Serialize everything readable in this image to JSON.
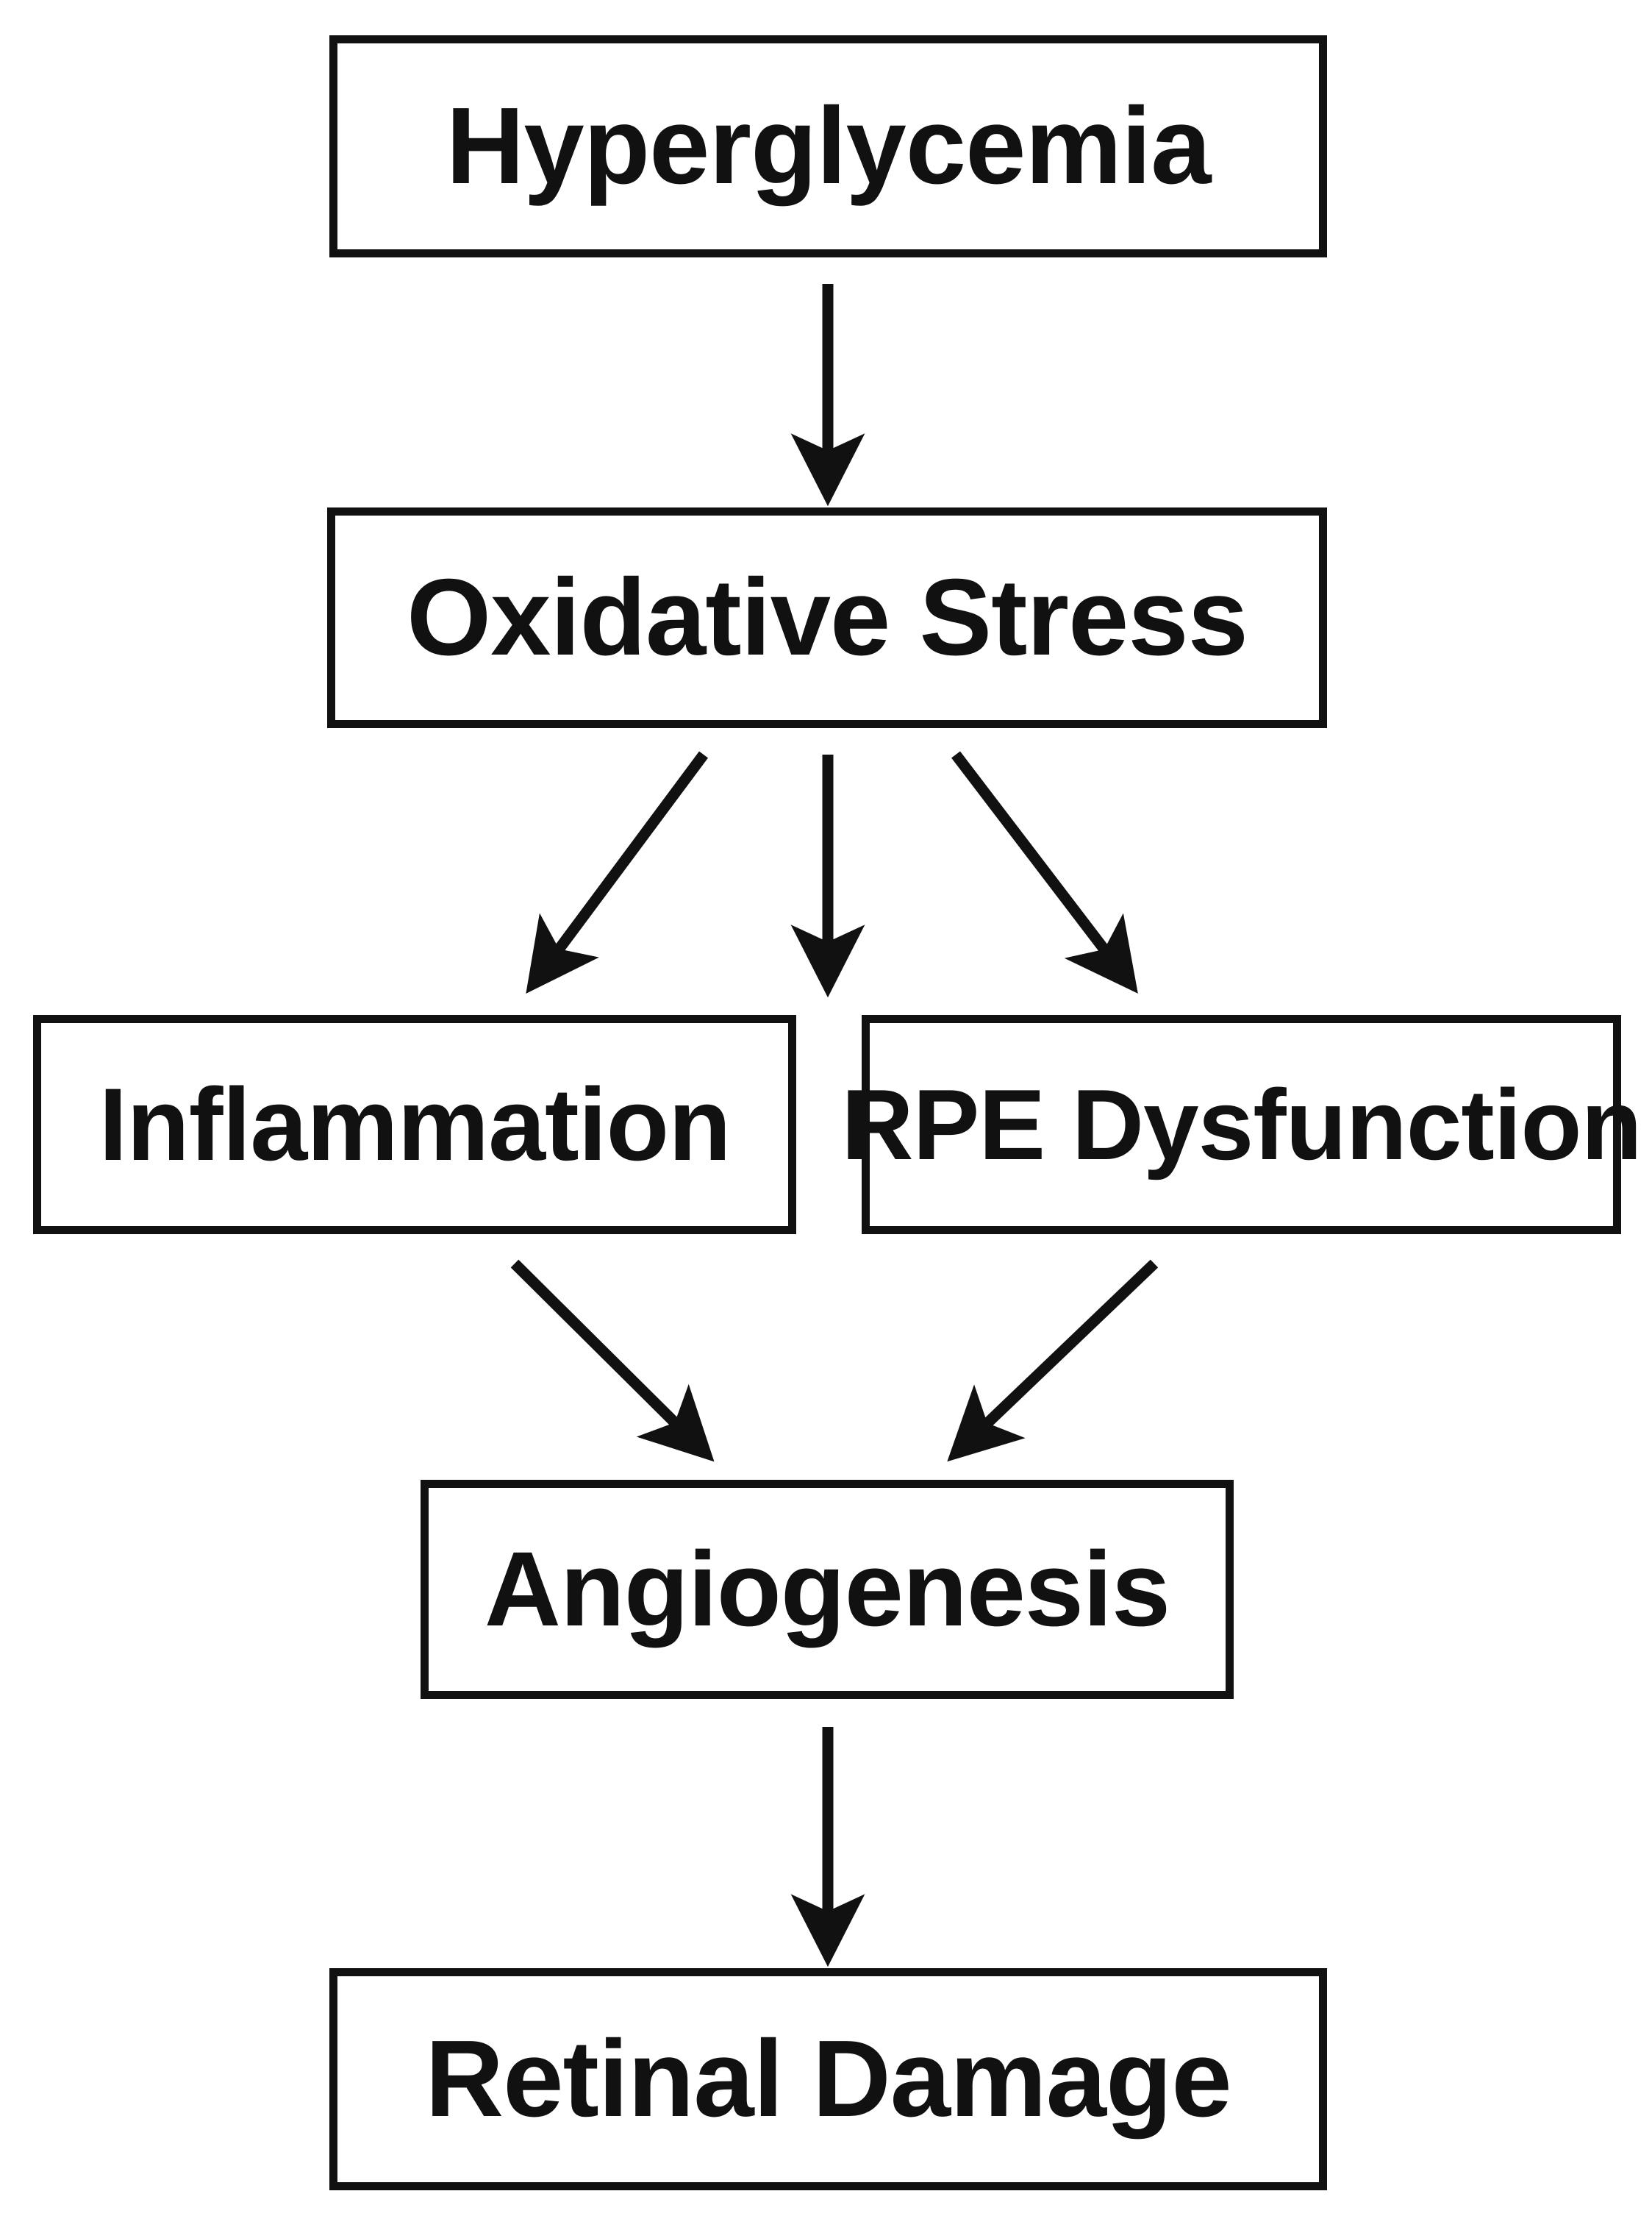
{
  "diagram": {
    "type": "flowchart",
    "orientation": "top-to-bottom",
    "background_color": "#ffffff",
    "stroke_color": "#111111",
    "nodes": [
      {
        "id": "hyperglycemia",
        "label": "Hyperglycemia",
        "row": 1
      },
      {
        "id": "oxidative-stress",
        "label": "Oxidative Stress",
        "row": 2
      },
      {
        "id": "inflammation",
        "label": "Inflammation",
        "row": 3
      },
      {
        "id": "rpe-dysfunction",
        "label": "RPE Dysfunction",
        "row": 3
      },
      {
        "id": "angiogenesis",
        "label": "Angiogenesis",
        "row": 4
      },
      {
        "id": "retinal-damage",
        "label": "Retinal Damage",
        "row": 5
      }
    ],
    "edges": [
      {
        "from": "hyperglycemia",
        "to": "oxidative-stress",
        "style": "vertical-arrow"
      },
      {
        "from": "oxidative-stress",
        "to": "inflammation",
        "style": "diagonal-arrow-left"
      },
      {
        "from": "oxidative-stress",
        "to": "between-row3",
        "style": "vertical-arrow"
      },
      {
        "from": "oxidative-stress",
        "to": "rpe-dysfunction",
        "style": "diagonal-arrow-right"
      },
      {
        "from": "inflammation",
        "to": "angiogenesis",
        "style": "diagonal-arrow-right"
      },
      {
        "from": "rpe-dysfunction",
        "to": "angiogenesis",
        "style": "diagonal-arrow-left"
      },
      {
        "from": "angiogenesis",
        "to": "retinal-damage",
        "style": "vertical-arrow"
      }
    ]
  }
}
